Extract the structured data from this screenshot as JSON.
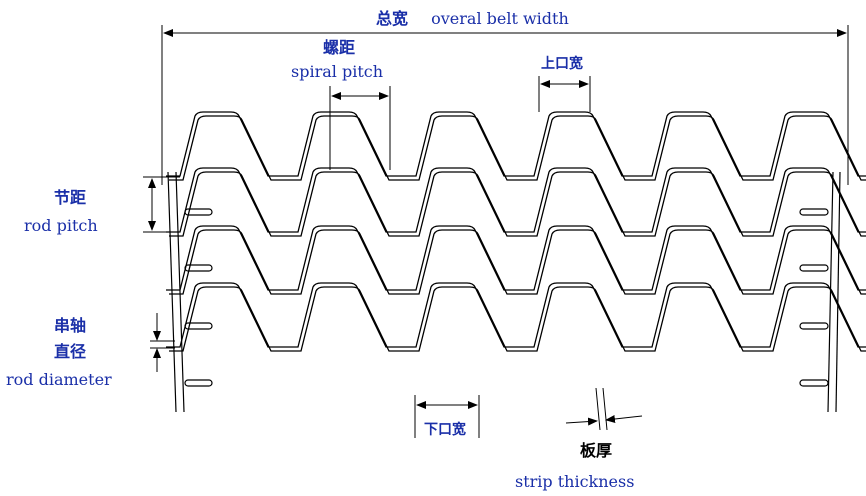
{
  "labels": {
    "overall_width_cn": "总宽",
    "overall_width_en": "overal belt width",
    "spiral_pitch_cn": "螺距",
    "spiral_pitch_en": "spiral pitch",
    "upper_width_cn": "上口宽",
    "rod_pitch_cn": "节距",
    "rod_pitch_en": "rod pitch",
    "rod_diameter_cn1": "串轴",
    "rod_diameter_cn2": "直径",
    "rod_diameter_en": "rod diameter",
    "lower_width_cn": "下口宽",
    "strip_thickness_cn": "板厚",
    "strip_thickness_en": "strip thickness"
  },
  "colors": {
    "label": "#1a2fa8",
    "line": "#000000",
    "background": "#ffffff"
  },
  "belt": {
    "rows": 4,
    "peaks_per_row": 6
  }
}
